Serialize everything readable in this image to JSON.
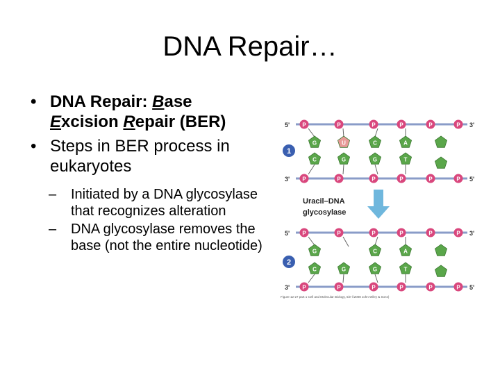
{
  "slide": {
    "title": "DNA Repair…",
    "bullets": [
      {
        "parts": [
          {
            "t": "DNA Repair: "
          },
          {
            "t": "B",
            "u": true
          },
          {
            "t": "ase "
          },
          {
            "t": "E",
            "u": true
          },
          {
            "t": "xcision "
          },
          {
            "t": "R",
            "u": true
          },
          {
            "t": "epair (BER)"
          }
        ],
        "bold": true
      },
      {
        "parts": [
          {
            "t": "Steps in BER process in eukaryotes"
          }
        ]
      }
    ],
    "sub_bullets": [
      "Initiated by a DNA glycosylase that recognizes alteration",
      "DNA glycosylase removes the base (not the entire nucleotide)"
    ],
    "bullet_glyph": "•",
    "dash_glyph": "–"
  },
  "figure": {
    "strand_labels": {
      "five": "5'",
      "three": "3'"
    },
    "phosphate_label": "P",
    "step1_number": "1",
    "step2_number": "2",
    "top_bases_1": [
      "G",
      "U",
      "C",
      "A"
    ],
    "bottom_bases": [
      "C",
      "G",
      "G",
      "T"
    ],
    "top_bases_2": [
      "G",
      "C",
      "A"
    ],
    "enzyme_label_line1": "Uracil–DNA",
    "enzyme_label_line2": "glycosylase",
    "caption": "Figure 12-27 part 1  Cell and Molecular Biology, 5/e ©2008 John Wiley & Sons)",
    "colors": {
      "backbone": "#8a9cc8",
      "phosphate": "#d9477d",
      "base": "#5aa64a",
      "uracil": "#e89a98",
      "step_circle": "#3a5fb0",
      "arrow": "#6fb7dd"
    }
  }
}
